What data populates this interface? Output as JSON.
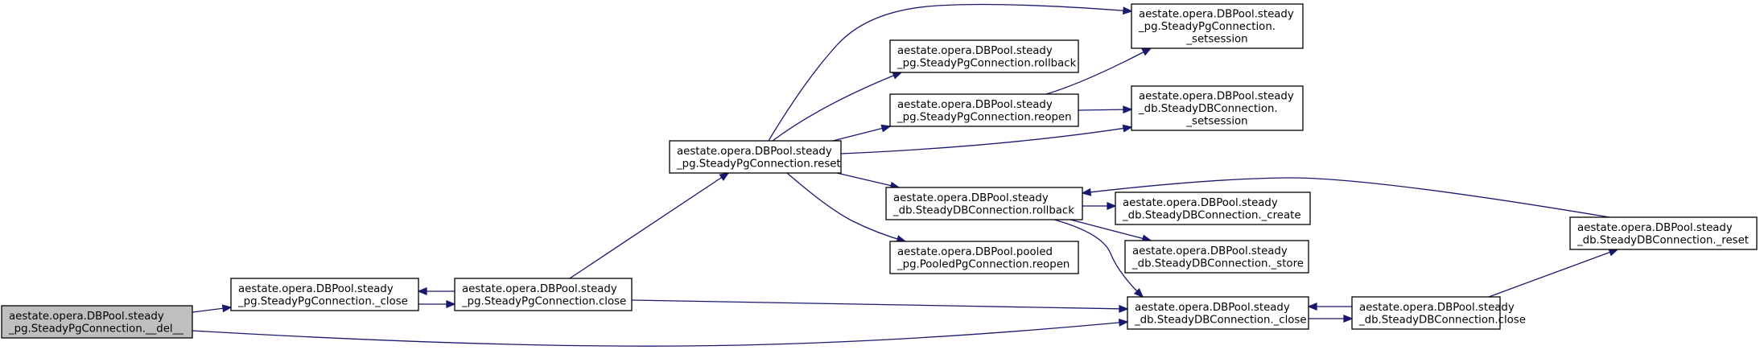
{
  "colors": {
    "edge": "#191970",
    "root_fill": "#bfbfbf",
    "node_fill": "#ffffff",
    "node_border": "#000000"
  },
  "nodes": {
    "del": {
      "lines": [
        "aestate.opera.DBPool.steady",
        "_pg.SteadyPgConnection.__del__"
      ],
      "root": true
    },
    "pg_close_": {
      "lines": [
        "aestate.opera.DBPool.steady",
        "_pg.SteadyPgConnection._close"
      ]
    },
    "pg_close": {
      "lines": [
        "aestate.opera.DBPool.steady",
        "_pg.SteadyPgConnection.close"
      ]
    },
    "pg_reset": {
      "lines": [
        "aestate.opera.DBPool.steady",
        "_pg.SteadyPgConnection.reset"
      ]
    },
    "pg_setsess": {
      "lines": [
        "aestate.opera.DBPool.steady",
        "_pg.SteadyPgConnection.",
        "_setsession"
      ]
    },
    "pg_rollback": {
      "lines": [
        "aestate.opera.DBPool.steady",
        "_pg.SteadyPgConnection.rollback"
      ]
    },
    "pg_reopen": {
      "lines": [
        "aestate.opera.DBPool.steady",
        "_pg.SteadyPgConnection.reopen"
      ]
    },
    "db_setsess": {
      "lines": [
        "aestate.opera.DBPool.steady",
        "_db.SteadyDBConnection.",
        "_setsession"
      ]
    },
    "db_rollback": {
      "lines": [
        "aestate.opera.DBPool.steady",
        "_db.SteadyDBConnection.rollback"
      ]
    },
    "pooled_reopen": {
      "lines": [
        "aestate.opera.DBPool.pooled",
        "_pg.PooledPgConnection.reopen"
      ]
    },
    "db_create": {
      "lines": [
        "aestate.opera.DBPool.steady",
        "_db.SteadyDBConnection._create"
      ]
    },
    "db_store": {
      "lines": [
        "aestate.opera.DBPool.steady",
        "_db.SteadyDBConnection._store"
      ]
    },
    "db_close_": {
      "lines": [
        "aestate.opera.DBPool.steady",
        "_db.SteadyDBConnection._close"
      ]
    },
    "db_close": {
      "lines": [
        "aestate.opera.DBPool.steady",
        "_db.SteadyDBConnection.close"
      ]
    },
    "db_reset": {
      "lines": [
        "aestate.opera.DBPool.steady",
        "_db.SteadyDBConnection._reset"
      ]
    }
  },
  "edges": [
    [
      "del",
      "pg_close_"
    ],
    [
      "del",
      "db_close_"
    ],
    [
      "pg_close_",
      "pg_close"
    ],
    [
      "pg_close",
      "pg_close_"
    ],
    [
      "pg_close",
      "pg_reset"
    ],
    [
      "pg_close",
      "db_close_"
    ],
    [
      "pg_reset",
      "pg_setsess"
    ],
    [
      "pg_reset",
      "pg_rollback"
    ],
    [
      "pg_reset",
      "pg_reopen"
    ],
    [
      "pg_reset",
      "db_setsess"
    ],
    [
      "pg_reset",
      "db_rollback"
    ],
    [
      "pg_reset",
      "pooled_reopen"
    ],
    [
      "pg_reopen",
      "pg_setsess"
    ],
    [
      "pg_reopen",
      "db_setsess"
    ],
    [
      "db_rollback",
      "db_create"
    ],
    [
      "db_rollback",
      "db_store"
    ],
    [
      "db_rollback",
      "db_close_"
    ],
    [
      "db_close_",
      "db_close"
    ],
    [
      "db_close",
      "db_close_"
    ],
    [
      "db_close",
      "db_reset"
    ],
    [
      "db_reset",
      "db_rollback"
    ]
  ]
}
